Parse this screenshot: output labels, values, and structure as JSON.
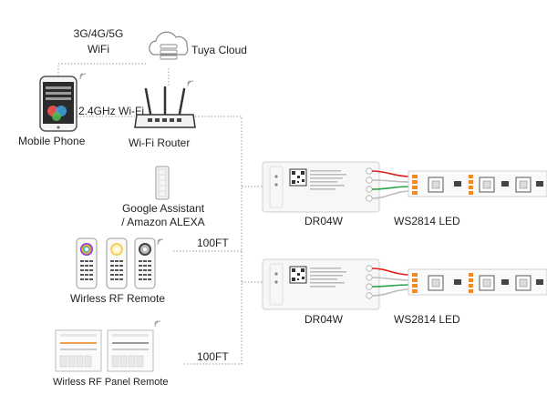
{
  "labels": {
    "network": "3G/4G/5G",
    "wifi": "WiFi",
    "cloud": "Tuya Cloud",
    "wifi_band": "2.4GHz Wi-Fi",
    "phone": "Mobile Phone",
    "router": "Wi-Fi Router",
    "assistant_line1": "Google Assistant",
    "assistant_line2": "/ Amazon ALEXA",
    "rf_remote": "Wirless RF Remote",
    "panel_remote": "Wirless RF Panel Remote",
    "distance_1": "100FT",
    "distance_2": "100FT",
    "controller_1": "DR04W",
    "controller_2": "DR04W",
    "led_1": "WS2814 LED",
    "led_2": "WS2814 LED"
  },
  "colors": {
    "line": "#9a9a9a",
    "device_border": "#cfcfcf",
    "wire_red": "#e02020",
    "wire_green": "#2aa34a",
    "wire_white": "#bdbdbd",
    "pad_orange": "#f08a24"
  }
}
